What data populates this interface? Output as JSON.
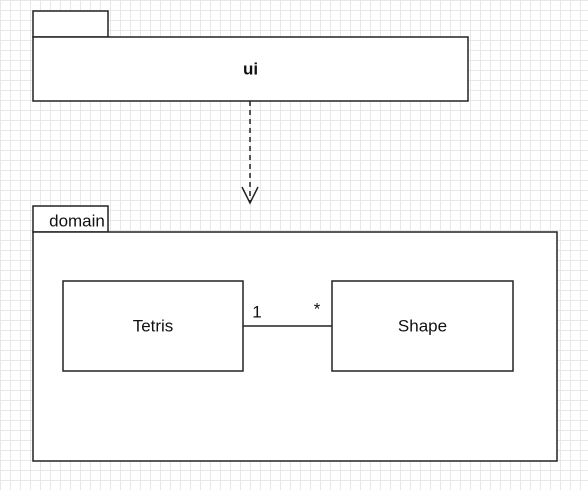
{
  "packages": {
    "ui": {
      "name": "ui"
    },
    "domain": {
      "name": "domain"
    }
  },
  "classes": {
    "tetris": {
      "name": "Tetris"
    },
    "shape": {
      "name": "Shape"
    }
  },
  "association": {
    "tetris_multiplicity": "1",
    "shape_multiplicity": "*"
  },
  "colors": {
    "stroke": "#222222",
    "grid": "#e8e8e8",
    "background": "#ffffff"
  }
}
